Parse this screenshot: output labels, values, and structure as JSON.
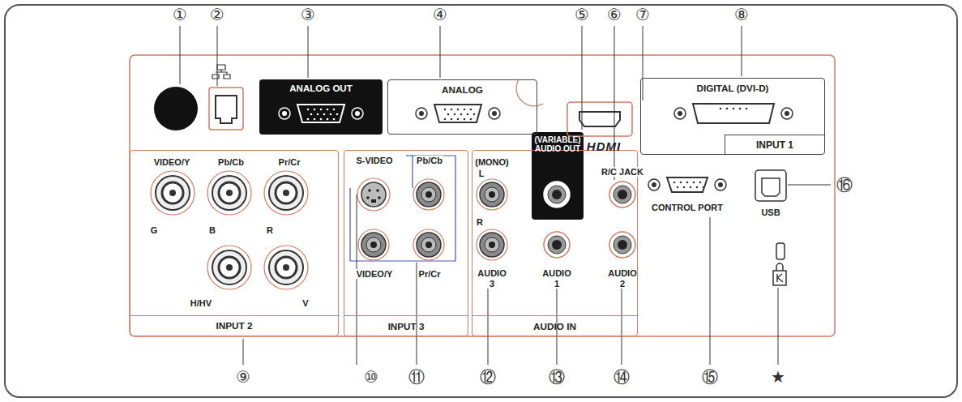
{
  "diagram": {
    "nodes": [
      {
        "text": [
          "ANALOG OUT"
        ]
      },
      {
        "text": [
          "ANALOG"
        ]
      },
      {
        "text": [
          "DIGITAL (DVI-D)",
          "INPUT 1"
        ]
      },
      {
        "text": [
          "INPUT 2"
        ]
      },
      {
        "text": [
          "INPUT 3"
        ]
      },
      {
        "text": [
          "AUDIO IN"
        ]
      },
      {
        "text": [
          "(VARIABLE) AUDIO OUT"
        ]
      }
    ],
    "labels": [
      "①",
      "②",
      "③",
      "④",
      "⑤",
      "⑥",
      "⑦",
      "⑧",
      "HDMI",
      "VIDEO/Y",
      "Pb/Cb",
      "Pr/Cr",
      "G",
      "B",
      "R",
      "H/HV",
      "V",
      "S-VIDEO",
      "Pb/Cb",
      "VIDEO/Y",
      "Pr/Cr",
      "(MONO)",
      "L",
      "R",
      "AUDIO 3",
      "R/C JACK",
      "AUDIO 1",
      "AUDIO 2",
      "CONTROL PORT",
      "USB",
      "⑨",
      "⑩",
      "⑪",
      "⑫",
      "⑬",
      "⑭",
      "⑮",
      "★",
      "⑯"
    ]
  }
}
